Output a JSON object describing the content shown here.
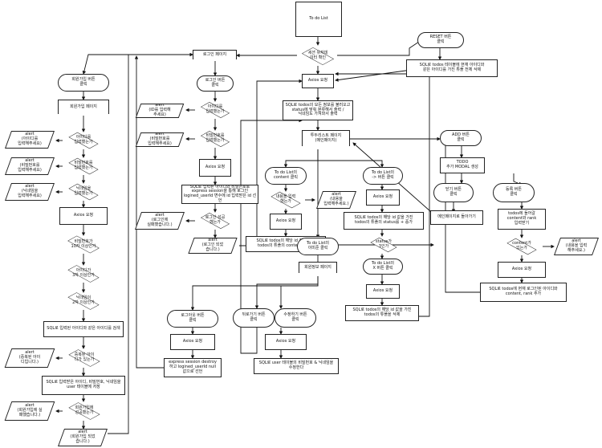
{
  "nodes": {
    "todo_list": "To do List",
    "session_check": "세션 유저데\n이터 확인",
    "login_page": "로그인 페이지",
    "login_btn": "로그인 버튼\n클릭",
    "id_input": "아이디를\n입력했는가",
    "alert_id": "alert\n(ID를 입력해\n주세요)",
    "pw_input": "비밀번호를\n입력했는가",
    "alert_pw": "alert\n(비밀번호를\n입력해주세요)",
    "login_axios": "Axios 요청",
    "login_sql": "SQL로 입력된 아이디와 비밀번호로\nexpress session을 통해 로그인\nlogined_userId 변수에 id 입력받은 id 선언",
    "login_success": "로그인 성공\n했는가",
    "alert_login_fail": "alert\n(로그인에\n실패했습니다.)",
    "alert_login_ok": "alert\n(로그인 되었\n습니다.)",
    "signup_btn": "회원가입 버튼\n클릭",
    "signup_page": "회원가입 페이지",
    "su_id_q": "아이디를\n입력했는가",
    "alert_su_id": "alert\n(아이디를\n입력해주세요)",
    "su_pw_q": "비밀번호를\n입력했는가",
    "alert_su_pw": "alert\n(비밀번호를\n입력해주세요)",
    "su_nick_q": "닉네임을\n입력했는가",
    "alert_su_nick": "alert\n(닉네임을\n입력해주세요)",
    "su_axios": "Axios 요청",
    "su_pwlen": "비밀번호가\n10자 이상인가",
    "su_idlen": "아이디가\n3자 이상인가",
    "su_nicklen": "닉네임이\n2자 이상인가",
    "su_sql_search": "SQL로 입력된 아이디와 같은 아이디를 검색",
    "su_dup": "중복된 아이\n디가 있는가",
    "alert_dup": "alert\n(중복된 아이\n디입니다.)",
    "su_sql_save": "SQL로 입력받은 아이디, 비밀번호, 닉네임을\nuser 테이블에 저장",
    "su_fail": "회원가입에\n성공했는가",
    "alert_su_fail": "alert\n(회원가입에 실\n패했습니다.)",
    "alert_su_ok": "alert\n(회원가입 되었\n습니다.)",
    "main_axios": "Axios 요청",
    "main_sql": "SQL로 todos의 모든 정보를 불러오고\nstatus에 맞춰 분류해서 출력 /\n닉네임도 가져와서 출력",
    "todo_page": "투두리스트 페이지\n(메인페이지)",
    "content_click": "To do List의\ncontent 클릭",
    "content_q": "내용을 입력\n했는가",
    "alert_content": "alert\n(내용을\n입력해주세요.)",
    "content_axios": "Axios 요청",
    "content_sql": "SQL로 todos의 해당 id 값을 가진\ntodos의 튜플의 content를 수정",
    "arrow_click": "To do List의\n-> 버튼 클릭",
    "arrow_axios": "Axios 요청",
    "arrow_sql": "SQL로 todos의 해당 id 값을 가진\ntodos의 튜플의 status를 + 증가",
    "status_q": "status가\n3인가",
    "x_click": "To do List의\nX 버튼 클릭",
    "x_axios": "Axios 요청",
    "x_sql": "SQL로 todos의 해당 id 값을 가진\ntodos의 튜플을 삭제",
    "name_click": "To do List의\n이미준 클릭",
    "member_page": "회원정보 페이지",
    "logout_btn": "로그아웃 버튼\n클릭",
    "logout_axios": "Axios 요청",
    "logout_sql": "express session destroy\n하고 logined_userId null\n값으로 선언",
    "back_btn": "뒤로가기 버튼\n클릭",
    "edit_btn": "수정하기 버튼\n클릭",
    "edit_axios": "Axios 요청",
    "edit_sql": "SQL로 user 테이블의 비밀번호 & 닉네임을\n수정한다",
    "reset_btn": "RESET 버튼\n클릭",
    "reset_sql": "SQL로 todos 테이블에 현재 아이디와\n같은 아이디를 가진 튜플 전체 삭제",
    "add_btn": "ADD 버튼\n클릭",
    "modal": "TODO\n추가 MODAL 생성",
    "close_btn": "닫기 버튼\n클릭",
    "back_main": "메인페이지로 돌아가기",
    "reg_btn": "등록 버튼\n클릭",
    "reg_input": "todos에 들어갈\ncontent와 rank\n입력받기",
    "content_in_q": "content가\n있는가",
    "alert_reg": "alert\n(내용을 입력\n해주세요.)",
    "reg_axios": "Axios 요청",
    "reg_sql": "SQL로 todos에 현재 로그인된 아이디와\ncontent, rank 추가"
  }
}
